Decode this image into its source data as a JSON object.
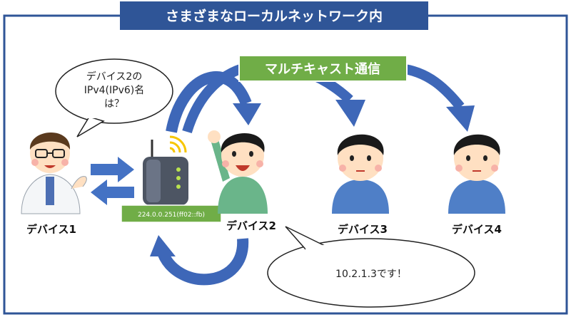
{
  "title": "さまざまなローカルネットワーク内",
  "banner": "マルチキャスト通信",
  "question_bubble": [
    "デバイス2の",
    "IPv4(IPv6)名",
    "は？"
  ],
  "answer_bubble": "10.2.1.3です！",
  "router_address": "224.0.0.251(ff02::fb)",
  "devices": [
    {
      "label": "デバイス1",
      "role": "doctor"
    },
    {
      "label": "デバイス2",
      "role": "waving-person"
    },
    {
      "label": "デバイス3",
      "role": "person"
    },
    {
      "label": "デバイス4",
      "role": "person"
    }
  ],
  "colors": {
    "title_bg": "#2f5597",
    "border": "#2f5597",
    "arrow": "#4472c4",
    "banner_bg": "#70ad47",
    "address_bg": "#70ad47"
  }
}
